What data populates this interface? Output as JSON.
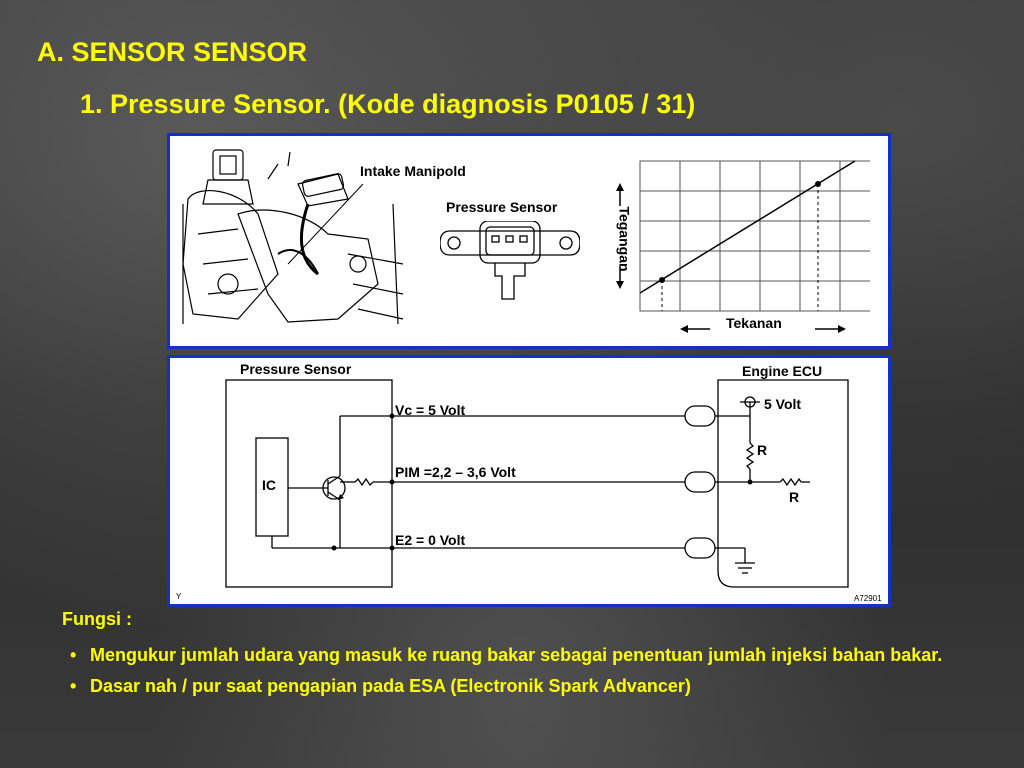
{
  "heading": "A. SENSOR SENSOR",
  "subheading": "1. Pressure Sensor.  (Kode diagnosis P0105 / 31)",
  "top_panel": {
    "intake_label": "Intake Manipold",
    "sensor_label": "Pressure Sensor",
    "graph_y_label": "Tegangan",
    "graph_x_label": "Tekanan"
  },
  "circuit": {
    "sensor_box_label": "Pressure Sensor",
    "ecu_label": "Engine ECU",
    "ic_label": "IC",
    "vc_label": "Vc = 5 Volt",
    "pim_label": "PIM =2,2 – 3,6 Volt",
    "e2_label": "E2 = 0 Volt",
    "supply_label": "5 Volt",
    "resistor1_label": "R",
    "resistor2_label": "R",
    "corner_left": "Y",
    "figure_code": "A72901"
  },
  "function_heading": "Fungsi :",
  "function_items": [
    "Mengukur jumlah udara yang masuk ke ruang bakar sebagai penentuan jumlah injeksi bahan bakar.",
    "Dasar nah / pur saat pengapian pada ESA (Electronik Spark Advancer)"
  ],
  "colors": {
    "text_accent": "#ffff00",
    "panel_border": "#1530c8",
    "background": "#2e2e2e"
  }
}
